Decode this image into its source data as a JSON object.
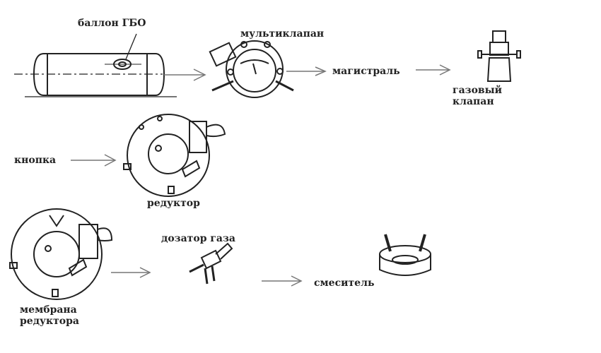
{
  "labels": {
    "tank": "баллон ГБО",
    "multivalve": "мультиклапан",
    "line": "магистраль",
    "gas_valve": [
      "газовый",
      "клапан"
    ],
    "button": "кнопка",
    "reducer": "редуктор",
    "gas_dispenser": "дозатор газа",
    "mixer": "смеситель",
    "reducer_membrane": [
      "мембрана",
      "редуктора"
    ]
  },
  "colors": {
    "ink": "#222222",
    "arrow": "#777777"
  }
}
